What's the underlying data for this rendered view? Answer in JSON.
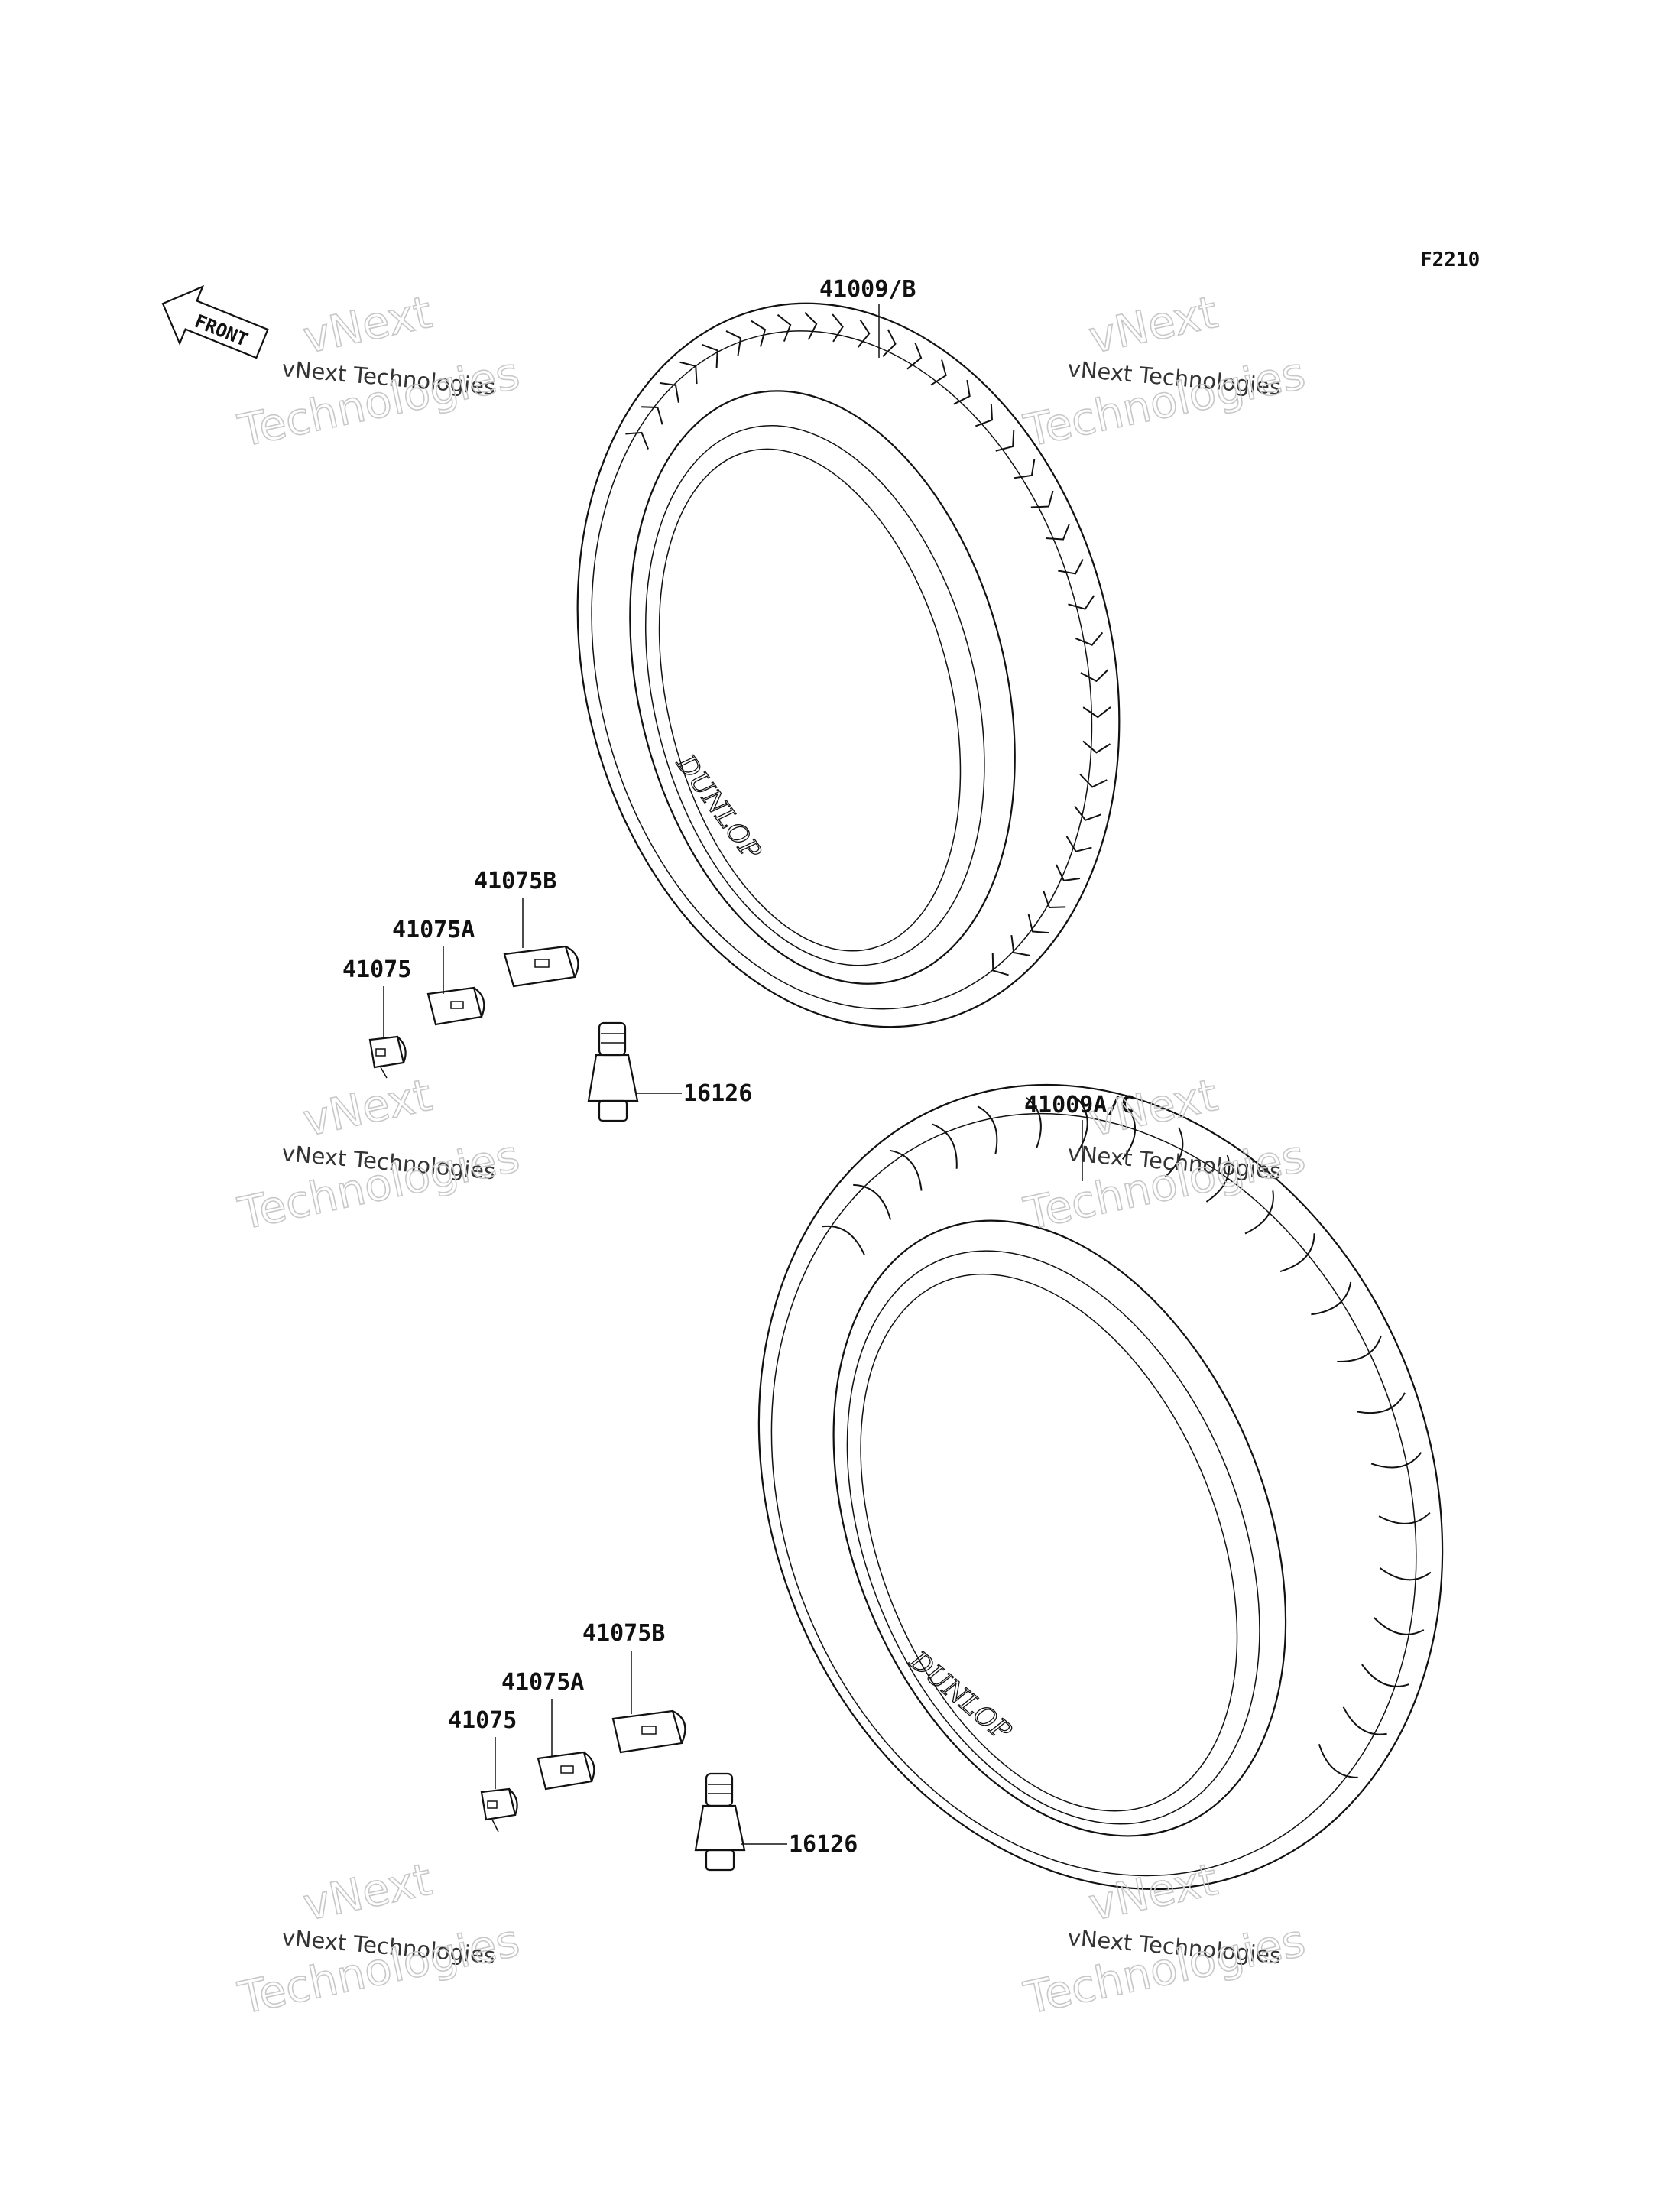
{
  "figure_code": "F2210",
  "front_arrow_label": "FRONT",
  "brand_text": "DUNLOP",
  "front_tire": {
    "tire_label": "41009/B",
    "weight_labels": [
      "41075B",
      "41075A",
      "41075"
    ],
    "valve_label": "16126"
  },
  "rear_tire": {
    "tire_label": "41009A/C",
    "weight_labels": [
      "41075B",
      "41075A",
      "41075"
    ],
    "valve_label": "16126"
  },
  "watermark": {
    "line_small": "vNext Technologies",
    "line_big_1": "vNext",
    "line_big_2": "Technologies"
  },
  "colors": {
    "line": "#111111",
    "watermark": "#c8c8c8"
  },
  "icons": [
    "front-arrow-icon",
    "tire-icon",
    "valve-stem-icon",
    "wheel-weight-icon"
  ]
}
